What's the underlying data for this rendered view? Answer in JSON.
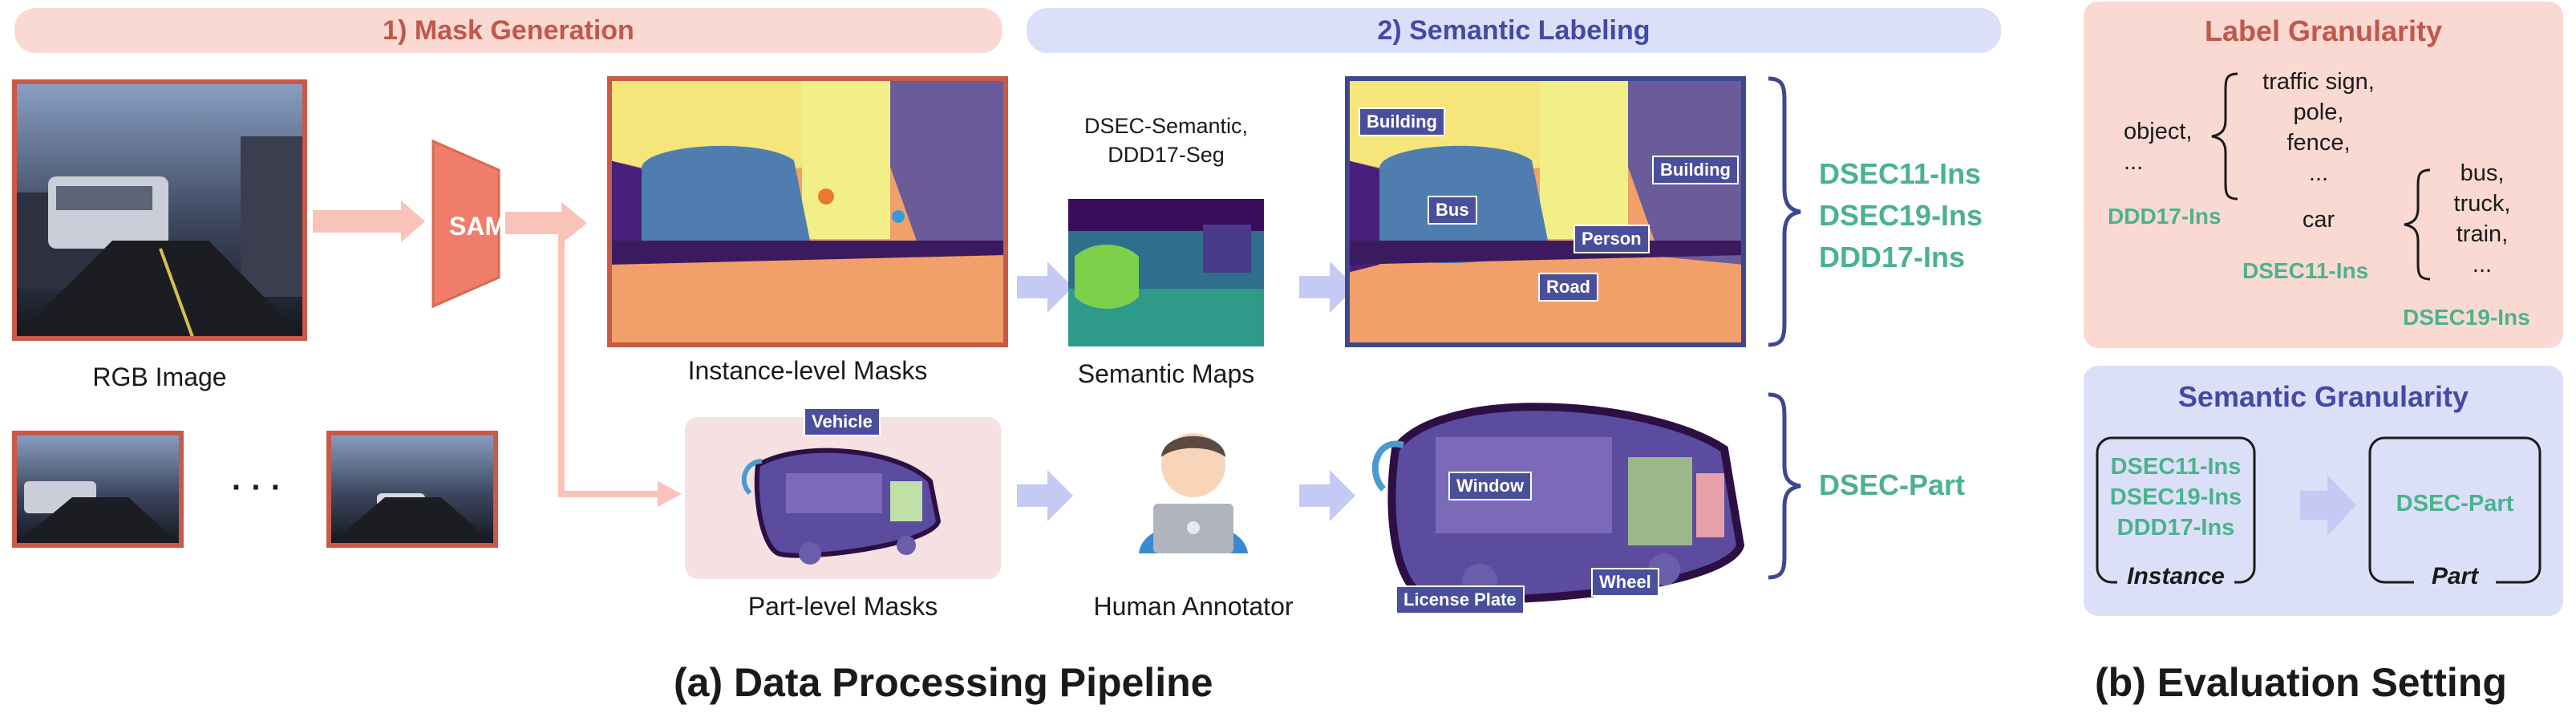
{
  "banners": {
    "mask_generation": "1) Mask Generation",
    "semantic_labeling": "2) Semantic Labeling"
  },
  "pipeline": {
    "rgb_caption": "RGB Image",
    "sam_label": "SAM",
    "instance_masks_caption": "Instance-level Masks",
    "part_masks_caption": "Part-level Masks",
    "semantic_source_line1": "DSEC-Semantic,",
    "semantic_source_line2": "DDD17-Seg",
    "semantic_maps_caption": "Semantic Maps",
    "human_annotator_caption": "Human Annotator",
    "ellipsis": "· · ·",
    "instance_tags": {
      "building_left": "Building",
      "building_right": "Building",
      "bus": "Bus",
      "person": "Person",
      "road": "Road"
    },
    "part_tags": {
      "vehicle": "Vehicle",
      "window": "Window",
      "wheel": "Wheel",
      "license_plate": "License Plate"
    },
    "instance_datasets": [
      "DSEC11-Ins",
      "DSEC19-Ins",
      "DDD17-Ins"
    ],
    "part_dataset": "DSEC-Part"
  },
  "label_granularity": {
    "title": "Label Granularity",
    "col1": [
      "object,",
      "..."
    ],
    "col2": [
      "traffic sign,",
      "pole,",
      "fence,",
      "..."
    ],
    "car": "car",
    "col3": [
      "bus,",
      "truck,",
      "train,",
      "..."
    ],
    "ds_ddd17": "DDD17-Ins",
    "ds_dsec11": "DSEC11-Ins",
    "ds_dsec19": "DSEC19-Ins"
  },
  "semantic_granularity": {
    "title": "Semantic Granularity",
    "instance_datasets": [
      "DSEC11-Ins",
      "DSEC19-Ins",
      "DDD17-Ins"
    ],
    "instance_label": "Instance",
    "part_dataset": "DSEC-Part",
    "part_label": "Part"
  },
  "captions": {
    "a": "(a) Data Processing Pipeline",
    "b": "(b) Evaluation Setting"
  },
  "colors": {
    "banner1_bg": "#fbd9d3",
    "banner1_text": "#c2574a",
    "banner2_bg": "#dcdff8",
    "banner2_text": "#434aa6",
    "sam": "#ef7d6a",
    "frame_red": "#c85a47",
    "frame_blue": "#3d4890",
    "dataset_green": "#4bb28e",
    "arrow_blue": "#c5caf5",
    "arrow_pink": "#f9c3b9"
  }
}
